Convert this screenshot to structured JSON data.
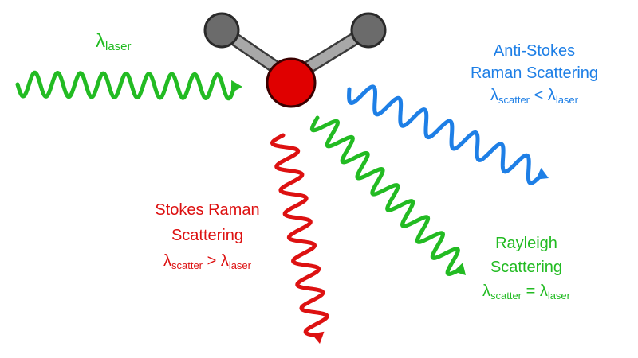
{
  "colors": {
    "green": "#22bb22",
    "blue": "#1e7fe6",
    "red": "#dd1111",
    "atom_gray": "#6b6b6b",
    "bond_gray": "#a8a8a8",
    "oxygen_red": "#e00000"
  },
  "incident": {
    "symbol": "λ",
    "subscript": "laser"
  },
  "anti_stokes": {
    "line1": "Anti-Stokes",
    "line2": "Raman Scattering",
    "eq_symbol": "λ",
    "eq_sub1": "scatter",
    "eq_op": " < ",
    "eq_symbol2": "λ",
    "eq_sub2": "laser"
  },
  "stokes": {
    "line1": "Stokes Raman",
    "line2": "Scattering",
    "eq_symbol": "λ",
    "eq_sub1": "scatter",
    "eq_op": " > ",
    "eq_symbol2": "λ",
    "eq_sub2": "laser"
  },
  "rayleigh": {
    "line1": "Rayleigh",
    "line2": "Scattering",
    "eq_symbol": "λ",
    "eq_sub1": "scatter",
    "eq_op": " = ",
    "eq_symbol2": "λ",
    "eq_sub2": "laser"
  }
}
